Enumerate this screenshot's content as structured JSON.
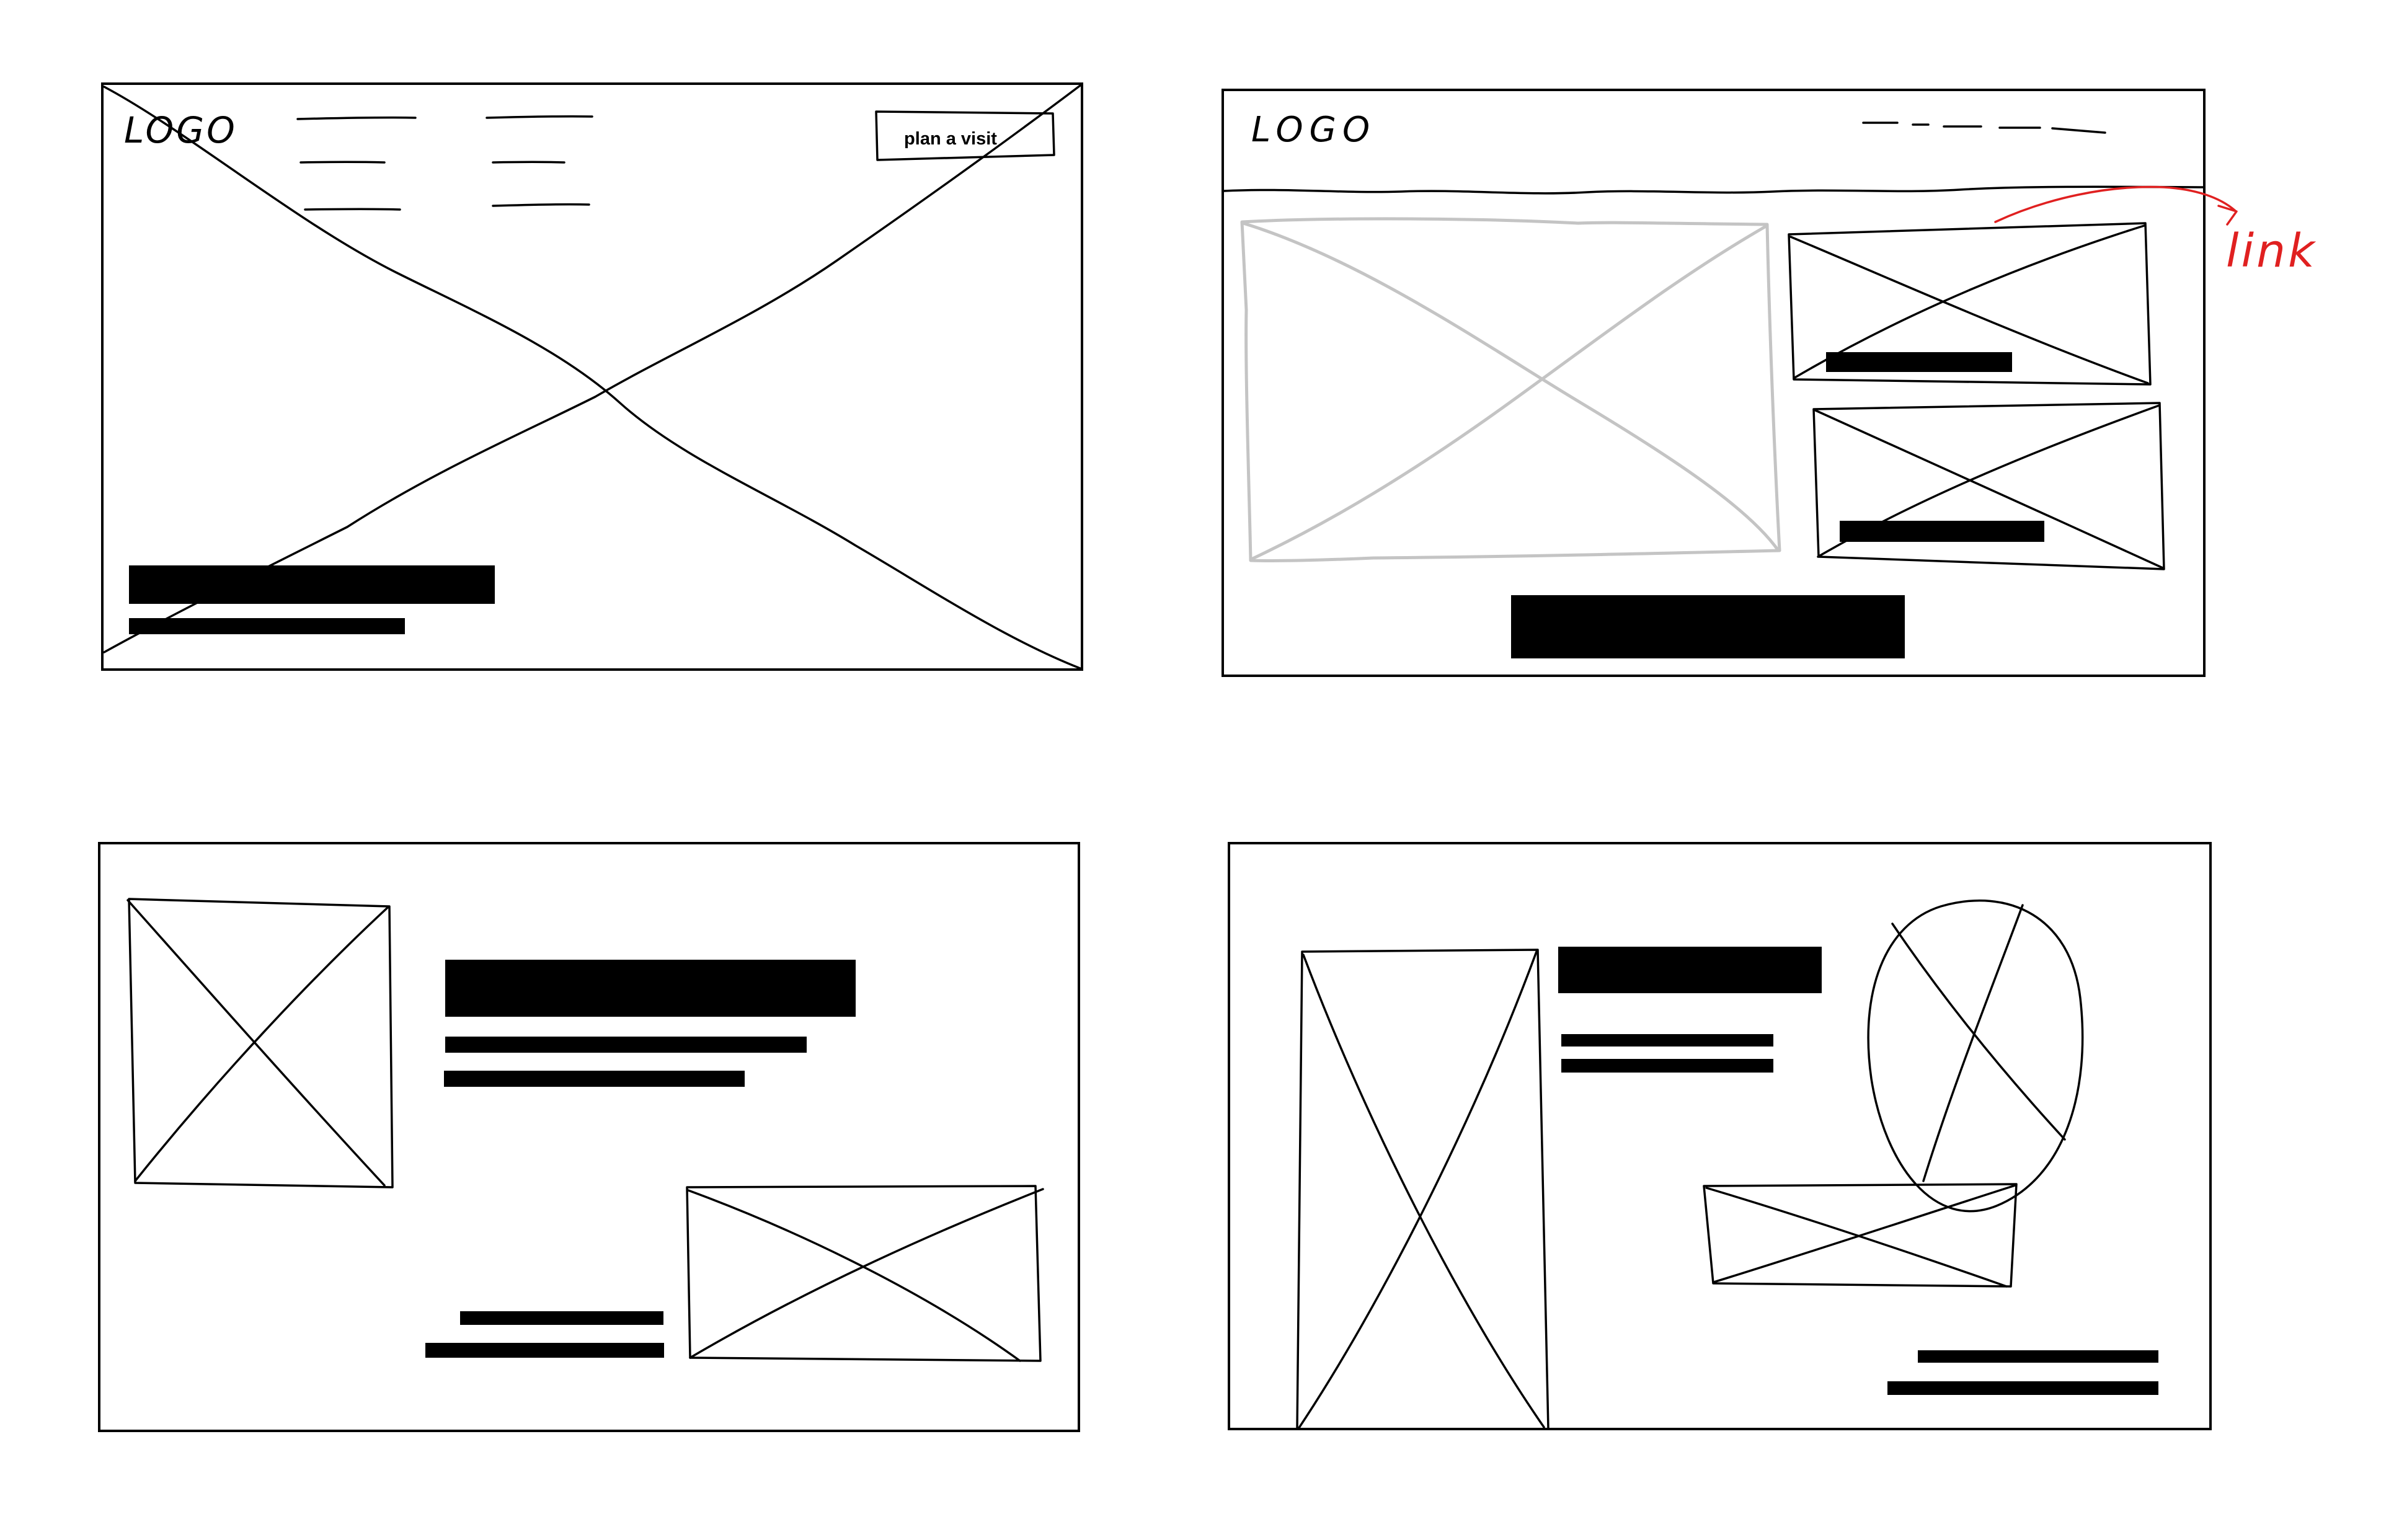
{
  "wireframe_1": {
    "logo_text": "LOGO",
    "button_label": "plan a visit"
  },
  "wireframe_2": {
    "logo_text": "LOGO",
    "annotation_text": "link",
    "annotation_color": "#e02020"
  },
  "colors": {
    "stroke": "#000000",
    "placeholder_gray": "#c4c4c4",
    "annotation_red": "#e02020"
  }
}
